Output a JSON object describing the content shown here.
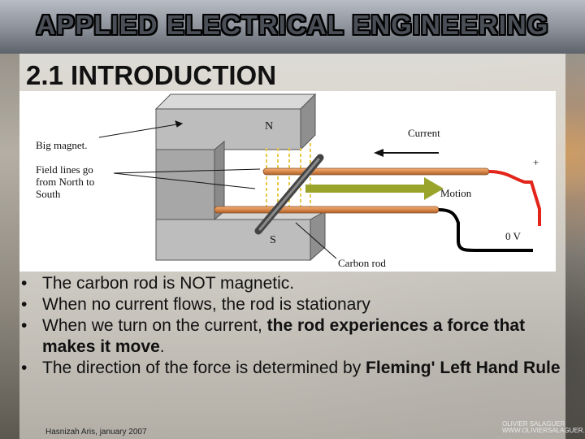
{
  "header": {
    "title": "APPLIED ELECTRICAL ENGINEERING"
  },
  "slide": {
    "title": "2.1 INTRODUCTION",
    "diagram": {
      "labels": {
        "north": "N",
        "south": "S",
        "big_magnet": "Big magnet.",
        "field_lines_1": "Field lines go",
        "field_lines_2": "from North to",
        "field_lines_3": "South",
        "current": "Current",
        "plus": "+",
        "motion": "Motion",
        "zero_volt": "0 V",
        "carbon_rod": "Carbon rod"
      },
      "colors": {
        "copper": "#d9884a",
        "arrow": "#9aa32a",
        "positive_wire": "#e2241a",
        "negative_wire": "#000000"
      }
    },
    "bullets": [
      {
        "text": "The carbon rod is NOT magnetic."
      },
      {
        "text": "When no current flows, the rod is stationary"
      },
      {
        "pre": "When we turn on the current, ",
        "bold": "the rod experiences a force that makes it move",
        "post": "."
      },
      {
        "pre": "The direction of the force is determined by ",
        "bold": "Fleming' Left Hand Rule",
        "post": ""
      }
    ],
    "bullet_symbol": "•"
  },
  "footer": {
    "author": "Hasnizah Aris, january 2007",
    "logo_line1": "OLIVIER SALAGUER",
    "logo_line2": "WWW.OLIVIERSALAGUER.COM"
  }
}
